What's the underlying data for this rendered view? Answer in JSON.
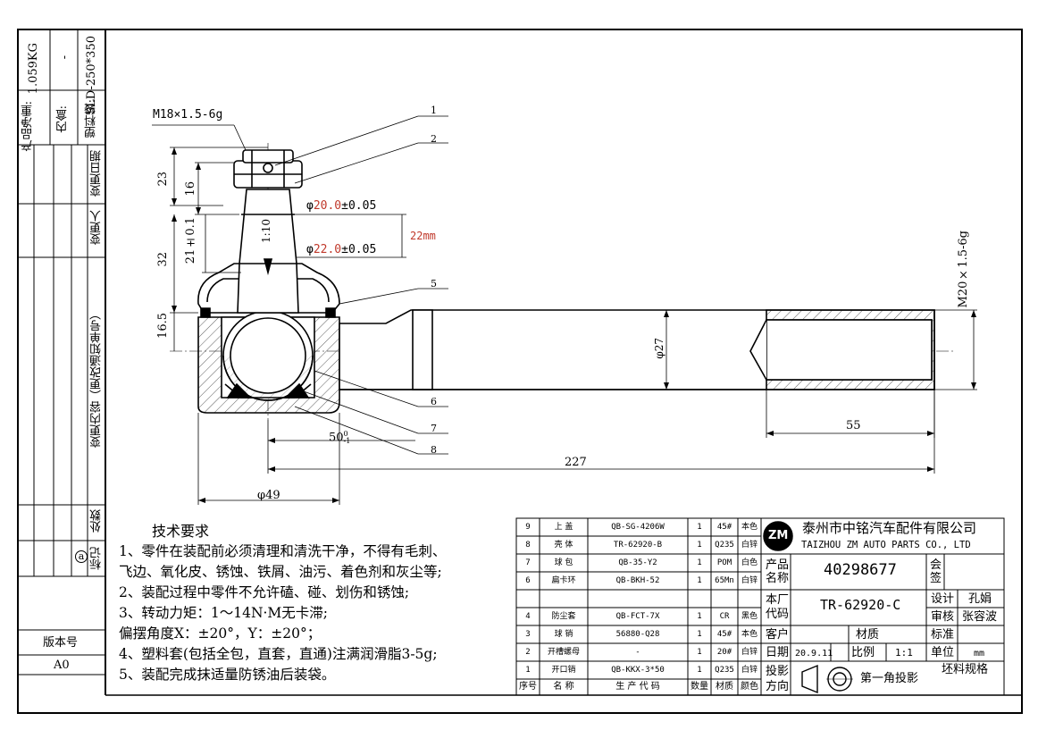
{
  "left_strip": {
    "weight_value": "1.059KG",
    "weight_label": "产品净重:",
    "inner_box_value": "-",
    "inner_box_label": "内盒:",
    "bag_value": "SLD-250*350",
    "bag_label": "塑料袋:",
    "change_date": "变更日期",
    "changer": "变更人",
    "change_content": "变更内容（更改通知单号）",
    "location": "处数",
    "mark": "标记",
    "mark_symbol": "a",
    "version_label": "版本号",
    "version_value": "A0"
  },
  "callouts": [
    "1",
    "2",
    "5",
    "6",
    "7",
    "8"
  ],
  "dimensions": {
    "thread_top": "M18×1.5-6g",
    "thread_right": "M20×1.5-6g",
    "d23": "23",
    "d16": "16",
    "d32": "32",
    "d21": "21±0.1",
    "d16_5": "16.5",
    "taper": "1:10",
    "dia20_prefix": "φ",
    "dia20_value": "20.0",
    "dia20_tol": "±0.05",
    "dia22_prefix": "φ",
    "dia22_value": "22.0",
    "dia22_tol": "±0.05",
    "d22mm": "22mm",
    "phi27": "φ27",
    "d55": "55",
    "d50": "50",
    "d50_tol_top": "0",
    "d50_tol_bot": "-1",
    "d227": "227",
    "phi49": "φ49"
  },
  "requirements": {
    "title": "技术要求",
    "lines": [
      "1、零件在装配前必须清理和清洗干净，不得有毛刺、",
      "飞边、氧化皮、锈蚀、铁屑、油污、着色剂和灰尘等;",
      "2、装配过程中零件不允许磕、碰、划伤和锈蚀;",
      "3、转动力矩：1～14N·M无卡滞;",
      "偏摆角度X：±20°，Y：±20°；",
      "4、塑料套(包括全包，直套，直通)注满润滑脂3-5g;",
      "5、装配完成抹适量防锈油后装袋。"
    ]
  },
  "bom": {
    "rows": [
      {
        "no": "9",
        "name": "上  盖",
        "code": "QB-SG-4206W",
        "qty": "1",
        "mat": "45#",
        "color": "本色"
      },
      {
        "no": "8",
        "name": "壳  体",
        "code": "TR-62920-B",
        "qty": "1",
        "mat": "Q235",
        "color": "白锌"
      },
      {
        "no": "7",
        "name": "球  包",
        "code": "QB-35-Y2",
        "qty": "1",
        "mat": "POM",
        "color": "白色"
      },
      {
        "no": "6",
        "name": "扁卡环",
        "code": "QB-BKH-52",
        "qty": "1",
        "mat": "65Mn",
        "color": "白锌"
      },
      {
        "no": "",
        "name": "",
        "code": "",
        "qty": "",
        "mat": "",
        "color": ""
      },
      {
        "no": "4",
        "name": "防尘套",
        "code": "QB-FCT-7X",
        "qty": "1",
        "mat": "CR",
        "color": "黑色"
      },
      {
        "no": "3",
        "name": "球  销",
        "code": "56880-Q28",
        "qty": "1",
        "mat": "45#",
        "color": "本色"
      },
      {
        "no": "2",
        "name": "开槽螺母",
        "code": "-",
        "qty": "1",
        "mat": "20#",
        "color": "白锌"
      },
      {
        "no": "1",
        "name": "开口销",
        "code": "QB-KKX-3*50",
        "qty": "1",
        "mat": "Q235",
        "color": "白锌"
      }
    ],
    "header": {
      "no": "序号",
      "name": "名  称",
      "code": "生  产  代  码",
      "qty": "数量",
      "mat": "材质",
      "color": "颜色"
    }
  },
  "title_block": {
    "logo": "ZM",
    "company_cn": "泰州市中铭汽车配件有限公司",
    "company_en": "TAIZHOU ZM AUTO PARTS CO., LTD",
    "product_label": "产品名称",
    "product_value": "40298677",
    "sign_label": "会签",
    "factory_label": "本厂代码",
    "factory_value": "TR-62920-C",
    "design_label": "设计",
    "design_value": "孔娟",
    "review_label": "审核",
    "review_value": "张容波",
    "standard_label": "标准",
    "customer_label": "客户",
    "material_label": "材质",
    "unit_label": "单位",
    "unit_value": "mm",
    "date_label": "日期",
    "date_value": "20.9.11",
    "scale_label": "比例",
    "scale_value": "1:1",
    "blank_label": "坯料规格",
    "proj_label": "投影方向",
    "proj_text": "第一角投影"
  }
}
